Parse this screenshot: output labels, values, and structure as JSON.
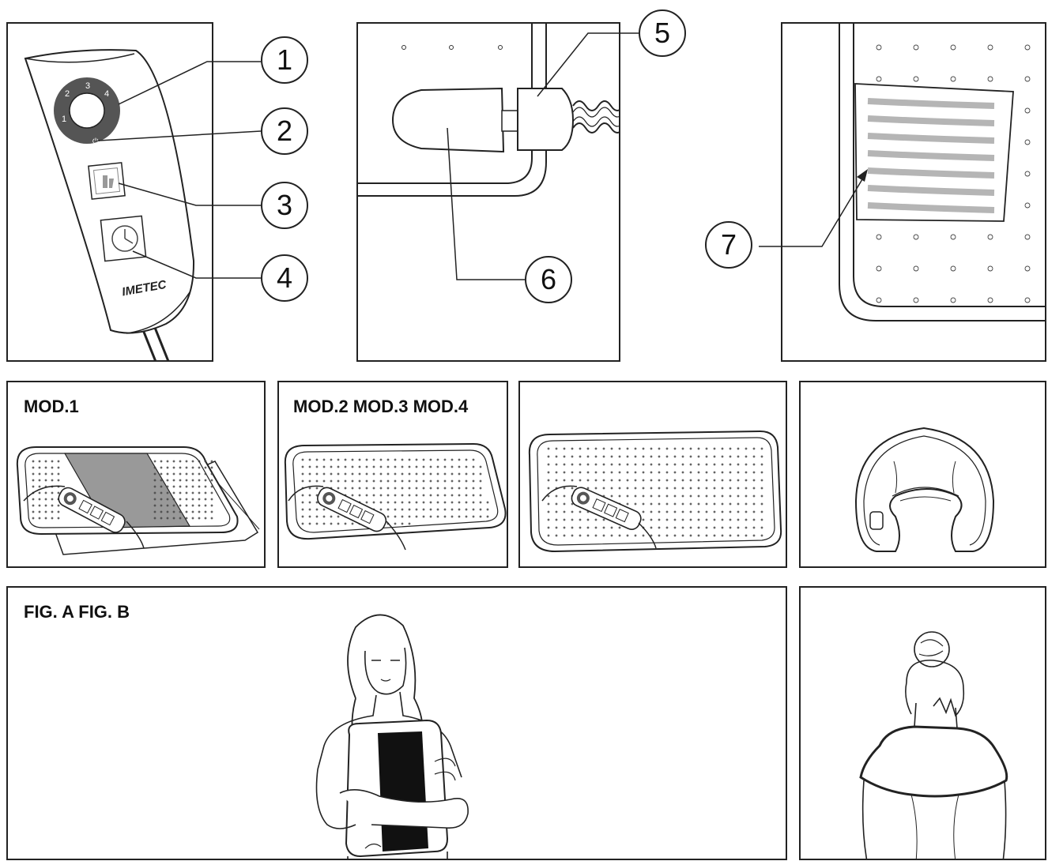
{
  "brand_logo": "IMETEC",
  "callouts": {
    "c1": "1",
    "c2": "2",
    "c3": "3",
    "c4": "4",
    "c5": "5",
    "c6": "6",
    "c7": "7"
  },
  "control_unit": {
    "dial_numbers": [
      "1",
      "2",
      "3",
      "4"
    ]
  },
  "labels": {
    "mod1": "MOD.1",
    "mod234": "MOD.2 MOD.3 MOD.4",
    "figs": "FIG. A FIG. B"
  },
  "colors": {
    "line": "#222222",
    "dial": "#555555",
    "stripe": "#b5b5b5",
    "band_mod1": "#999999",
    "band_figA": "#111111"
  }
}
